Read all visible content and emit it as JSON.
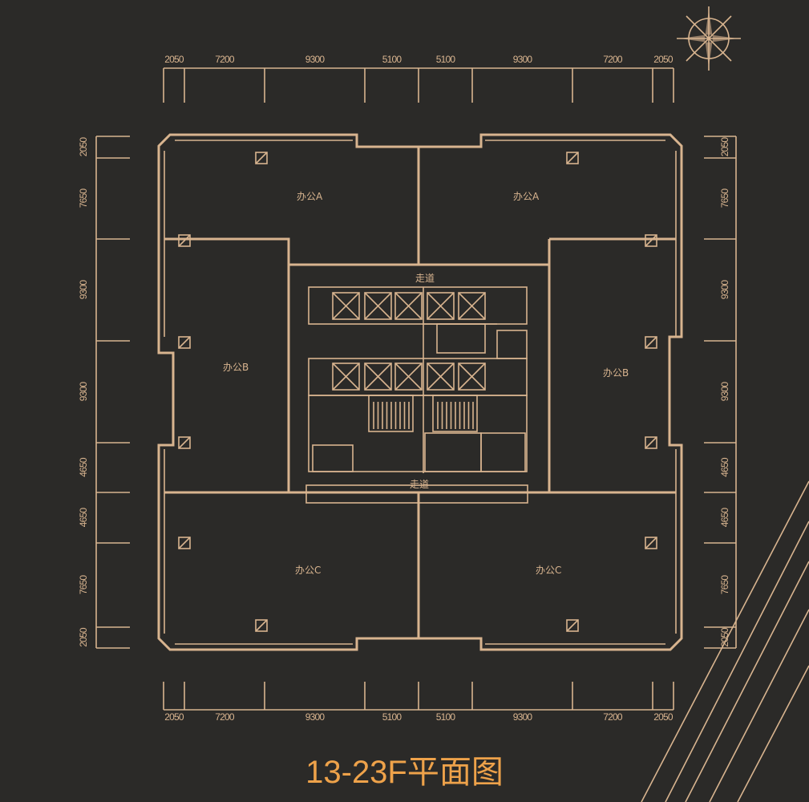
{
  "title": "13-23F平面图",
  "colors": {
    "background": "#2b2a28",
    "line": "#d8b48f",
    "title": "#eea24a"
  },
  "dimensions": {
    "top": [
      "2050",
      "7200",
      "9300",
      "5100",
      "5100",
      "9300",
      "7200",
      "2050"
    ],
    "bottom": [
      "2050",
      "7200",
      "9300",
      "5100",
      "5100",
      "9300",
      "7200",
      "2050"
    ],
    "left": [
      "2050",
      "7650",
      "9300",
      "9300",
      "4650",
      "4650",
      "7650",
      "2050"
    ],
    "right": [
      "2050",
      "7650",
      "9300",
      "9300",
      "4650",
      "4650",
      "7650",
      "2050"
    ]
  },
  "rooms": {
    "office_a_left": "办公A",
    "office_a_right": "办公A",
    "office_b_left": "办公B",
    "office_b_right": "办公B",
    "office_c_left": "办公C",
    "office_c_right": "办公C",
    "corridor_top": "走道",
    "corridor_bottom": "走道"
  },
  "icons": {
    "compass": "compass-rose-icon"
  }
}
